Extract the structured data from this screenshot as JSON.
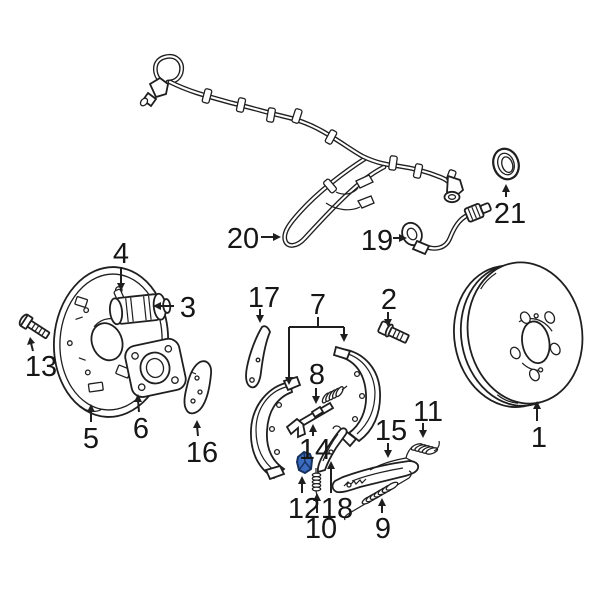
{
  "diagram": {
    "type": "exploded-parts-diagram",
    "subject": "rear-drum-brake-assembly",
    "background_color": "#ffffff",
    "line_color": "#1f1f1f",
    "label_color": "#161616",
    "highlight_color": "#3a6bc0",
    "highlight_outline_color": "#17315e",
    "highlighted_callout": "12",
    "callouts": [
      {
        "label": "1"
      },
      {
        "label": "2"
      },
      {
        "label": "3"
      },
      {
        "label": "4"
      },
      {
        "label": "5"
      },
      {
        "label": "6"
      },
      {
        "label": "7"
      },
      {
        "label": "8"
      },
      {
        "label": "9"
      },
      {
        "label": "10"
      },
      {
        "label": "11"
      },
      {
        "label": "12"
      },
      {
        "label": "13"
      },
      {
        "label": "14"
      },
      {
        "label": "15"
      },
      {
        "label": "16"
      },
      {
        "label": "17"
      },
      {
        "label": "18"
      },
      {
        "label": "19"
      },
      {
        "label": "20"
      },
      {
        "label": "21"
      }
    ]
  }
}
